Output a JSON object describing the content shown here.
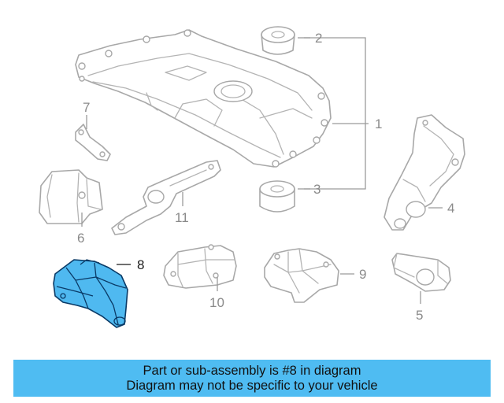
{
  "diagram": {
    "callouts": [
      "1",
      "2",
      "3",
      "4",
      "5",
      "6",
      "7",
      "8",
      "9",
      "10",
      "11"
    ],
    "highlighted_callout": "8"
  },
  "banner": {
    "line1": "Part or sub-assembly is #8 in diagram",
    "line2": "Diagram may not be specific to your vehicle",
    "background": "#4fbcf2"
  },
  "colors": {
    "part_outline": "#a8a8a8",
    "highlight_fill": "#4fb9f0",
    "highlight_outline": "#0a3a66"
  }
}
